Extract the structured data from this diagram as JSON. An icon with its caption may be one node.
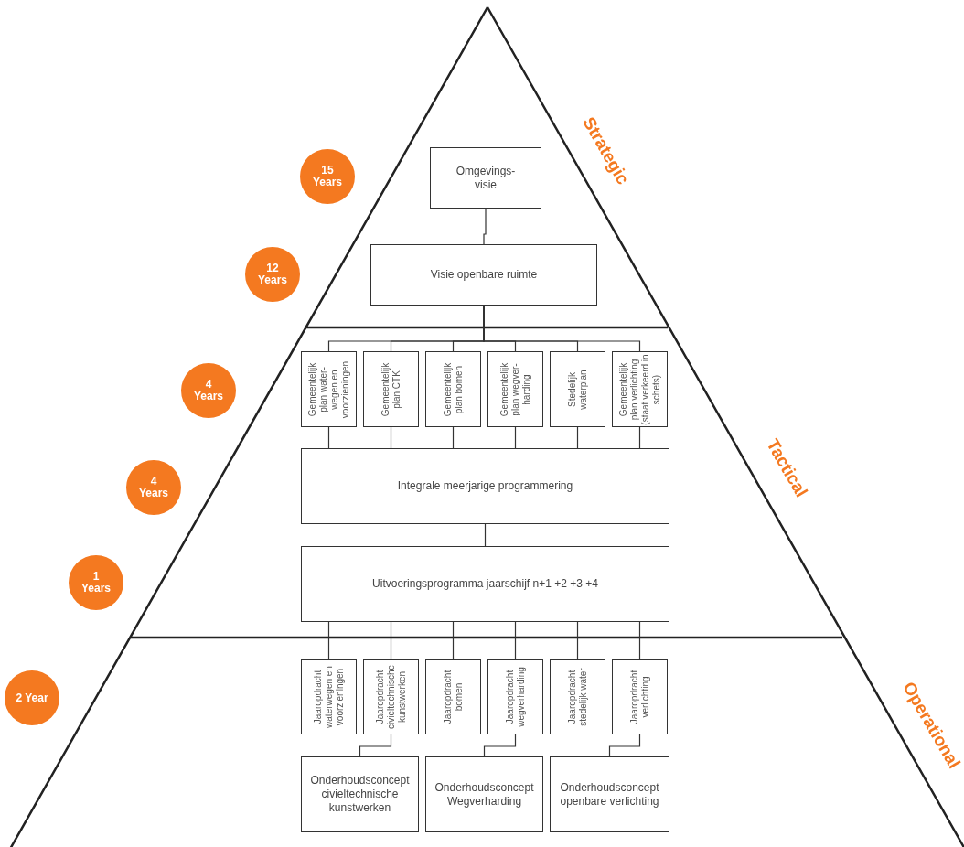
{
  "diagram": {
    "nodes": [
      {
        "text": [
          "Omgevings- visie"
        ]
      },
      {
        "text": [
          "Visie openbare ruimte"
        ]
      },
      {
        "text": [
          "Gemeentelijk plan water- wegen en voorzieningen"
        ]
      },
      {
        "text": [
          "Gemeentelijk plan CTK"
        ]
      },
      {
        "text": [
          "Gemeentelijk plan bomen"
        ]
      },
      {
        "text": [
          "Gemeentelijk plan wegver- harding"
        ]
      },
      {
        "text": [
          "Stedelijk waterplan"
        ]
      },
      {
        "text": [
          "Gemeentelijk plan verlichting (staat verkeerd in schets)"
        ]
      },
      {
        "text": [
          "Integrale meerjarige programmering"
        ]
      },
      {
        "text": [
          "Uitvoeringsprogramma jaarschijf n+1 +2 +3 +4"
        ]
      },
      {
        "text": [
          "Jaaropdracht waterwegen en voorzieningen"
        ]
      },
      {
        "text": [
          "Jaaropdracht civieltechnische kunstwerken"
        ]
      },
      {
        "text": [
          "Jaaropdracht bomen"
        ]
      },
      {
        "text": [
          "Jaaropdracht wegverharding"
        ]
      },
      {
        "text": [
          "Jaaropdracht stedelijk water"
        ]
      },
      {
        "text": [
          "Jaaropdracht verlichting"
        ]
      },
      {
        "text": [
          "Onderhoudsconcept civieltechnische kunstwerken"
        ]
      },
      {
        "text": [
          "Onderhoudsconcept Wegverharding"
        ]
      },
      {
        "text": [
          "Onderhoudsconcept openbare verlichting"
        ]
      },
      {
        "text": [
          "15 Years"
        ]
      },
      {
        "text": [
          "12 Years"
        ]
      },
      {
        "text": [
          "4 Years"
        ]
      },
      {
        "text": [
          "4 Years"
        ]
      },
      {
        "text": [
          "1 Years"
        ]
      },
      {
        "text": [
          "2 Year"
        ]
      }
    ],
    "edges": [
      {
        "from": 0,
        "to": 1,
        "arrow": "none"
      },
      {
        "from": 1,
        "to": 2,
        "arrow": "none"
      },
      {
        "from": 1,
        "to": 3,
        "arrow": "none"
      },
      {
        "from": 1,
        "to": 4,
        "arrow": "none"
      },
      {
        "from": 1,
        "to": 5,
        "arrow": "none"
      },
      {
        "from": 1,
        "to": 6,
        "arrow": "none"
      },
      {
        "from": 1,
        "to": 7,
        "arrow": "none"
      },
      {
        "from": 2,
        "to": 8,
        "arrow": "none"
      },
      {
        "from": 3,
        "to": 8,
        "arrow": "none"
      },
      {
        "from": 4,
        "to": 8,
        "arrow": "none"
      },
      {
        "from": 5,
        "to": 8,
        "arrow": "none"
      },
      {
        "from": 6,
        "to": 8,
        "arrow": "none"
      },
      {
        "from": 7,
        "to": 8,
        "arrow": "none"
      },
      {
        "from": 8,
        "to": 9,
        "arrow": "none"
      },
      {
        "from": 9,
        "to": 10,
        "arrow": "none"
      },
      {
        "from": 9,
        "to": 11,
        "arrow": "none"
      },
      {
        "from": 9,
        "to": 12,
        "arrow": "none"
      },
      {
        "from": 9,
        "to": 13,
        "arrow": "none"
      },
      {
        "from": 9,
        "to": 14,
        "arrow": "none"
      },
      {
        "from": 9,
        "to": 15,
        "arrow": "none"
      },
      {
        "from": 11,
        "to": 16,
        "arrow": "none"
      },
      {
        "from": 13,
        "to": 17,
        "arrow": "none"
      },
      {
        "from": 15,
        "to": 18,
        "arrow": "none"
      }
    ],
    "labels": [
      "Strategic",
      "Tactical",
      "Operational"
    ]
  }
}
